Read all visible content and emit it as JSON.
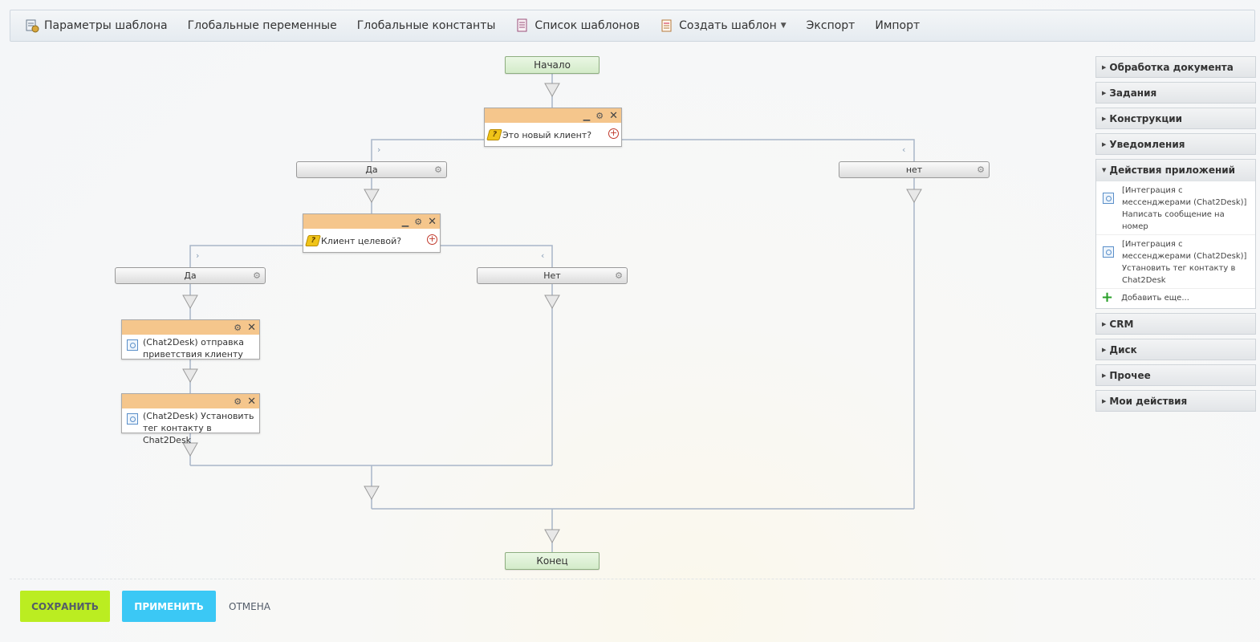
{
  "toolbar": {
    "template_params": "Параметры шаблона",
    "global_vars": "Глобальные переменные",
    "global_consts": "Глобальные константы",
    "template_list": "Список шаблонов",
    "create_template": "Создать шаблон",
    "export": "Экспорт",
    "import": "Импорт"
  },
  "workflow": {
    "start": "Начало",
    "end": "Конец",
    "cond1": "Это новый клиент?",
    "cond1_yes": "Да",
    "cond1_no": "нет",
    "cond2": "Клиент целевой?",
    "cond2_yes": "Да",
    "cond2_no": "Нет",
    "action1": "(Chat2Desk) отправка приветствия клиенту",
    "action2": "(Chat2Desk) Установить тег контакту в Chat2Desk"
  },
  "panel": {
    "sections_top": [
      "Обработка документа",
      "Задания",
      "Конструкции",
      "Уведомления"
    ],
    "open_section": "Действия приложений",
    "open_items": [
      "[Интеграция с мессенджерами (Chat2Desk)] Написать сообщение на номер",
      "[Интеграция с мессенджерами (Chat2Desk)] Установить тег контакту в Chat2Desk"
    ],
    "add_more": "Добавить еще...",
    "sections_bottom": [
      "CRM",
      "Диск",
      "Прочее",
      "Мои действия"
    ]
  },
  "footer": {
    "save": "СОХРАНИТЬ",
    "apply": "ПРИМЕНИТЬ",
    "cancel": "ОТМЕНА"
  },
  "colors": {
    "save_button": "#bbed21",
    "apply_button": "#3bc8f5",
    "activity_header": "#f5c68c",
    "terminal": "#d3ebc9"
  }
}
